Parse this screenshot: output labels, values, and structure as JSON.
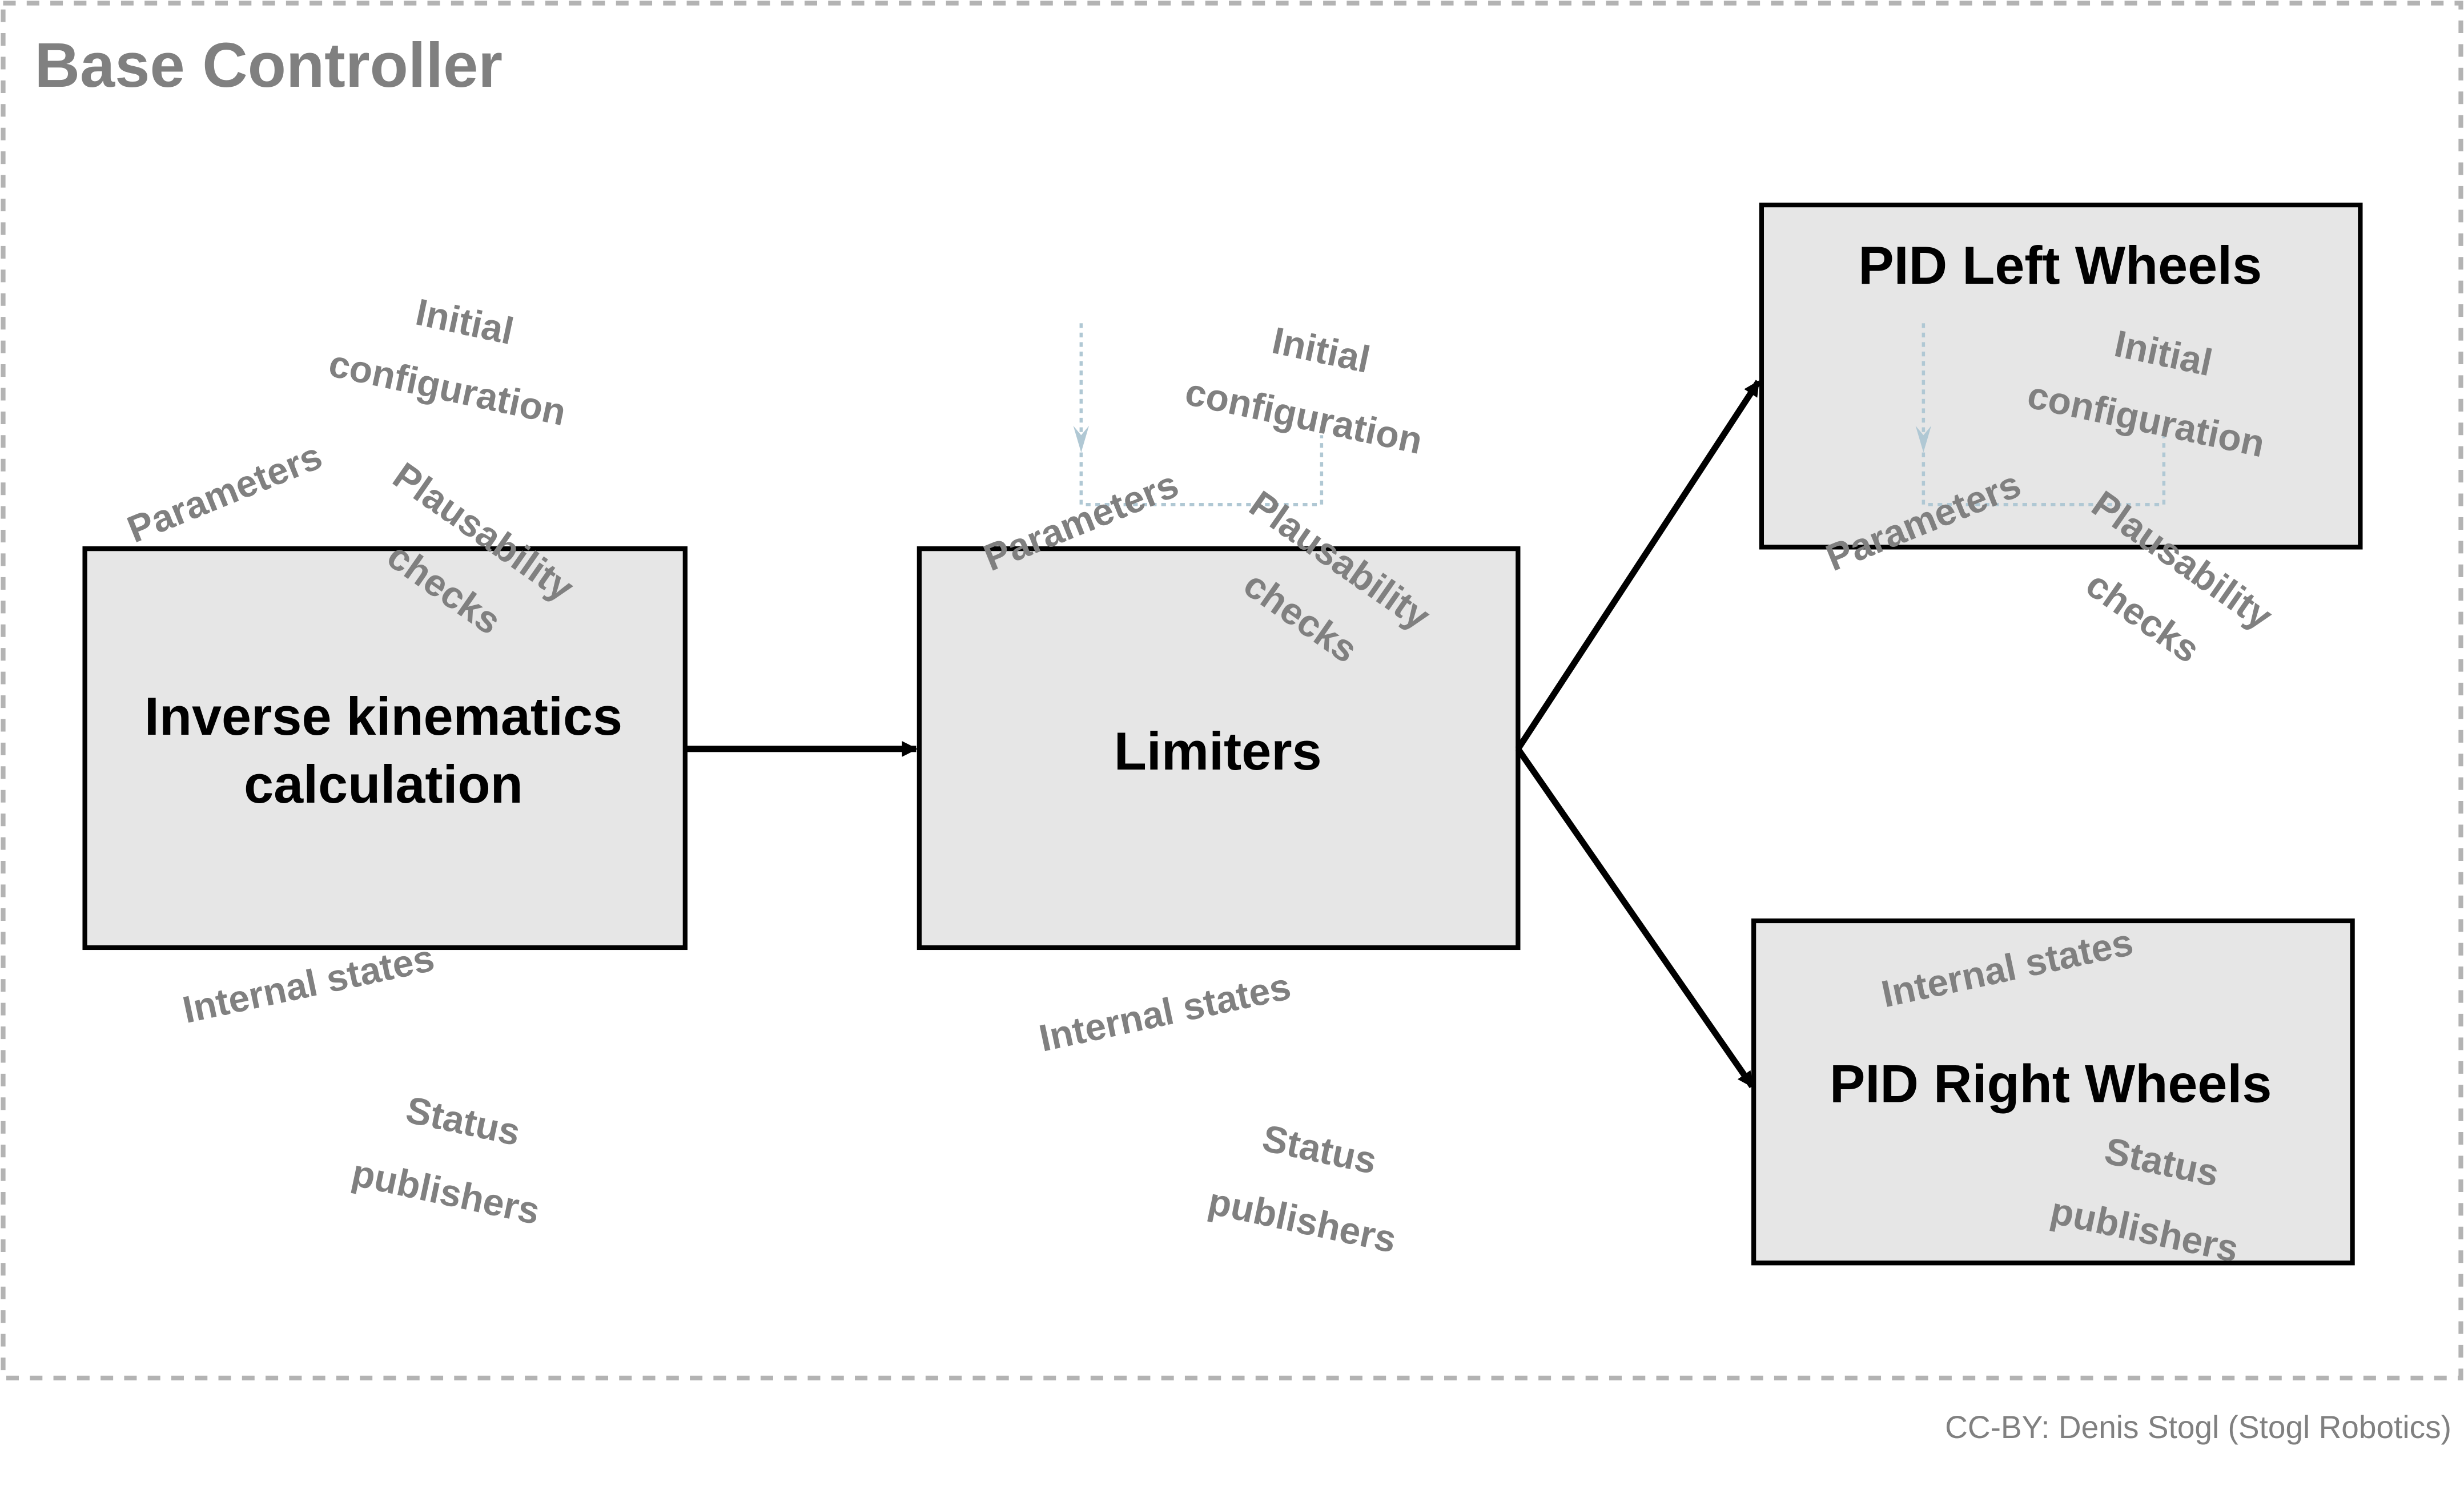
{
  "diagram": {
    "title": "Base Controller",
    "footer": "CC-BY: Denis Stogl (Stogl Robotics)",
    "colors": {
      "frame": "#b3b3b3",
      "box_fill": "#e6e6e6",
      "annotation": "#808080",
      "dotted": "#b0c8d4"
    },
    "blocks": {
      "ik": {
        "line1": "Inverse kinematics",
        "line2": "calculation"
      },
      "limiters": {
        "label": "Limiters"
      },
      "pid_left": {
        "label": "PID Left Wheels"
      },
      "pid_right": {
        "label": "PID Right Wheels"
      }
    },
    "annotations": {
      "initial": "Initial",
      "configuration": "configuration",
      "parameters": "Parameters",
      "plausability": "Plausability",
      "checks": "checks",
      "internal_states": "Internal states",
      "status": "Status",
      "publishers": "publishers"
    }
  }
}
